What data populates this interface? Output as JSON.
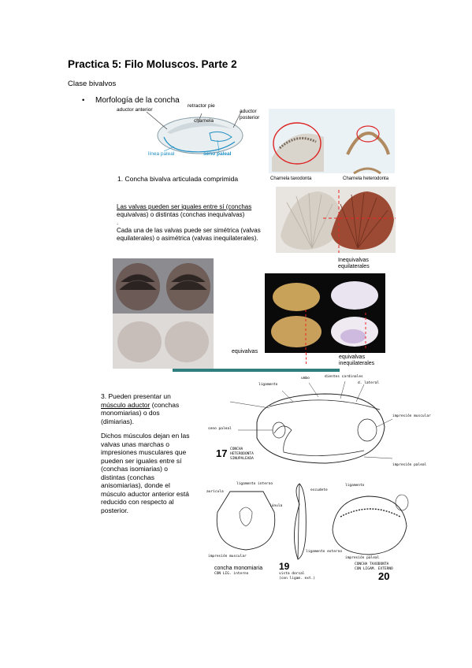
{
  "document": {
    "title": "Practica 5: Filo Moluscos. Parte 2",
    "subtitle": "Clase bivalvos",
    "bullet_marker": "•",
    "bullet_text": "Morfología de la concha"
  },
  "hinge_figure": {
    "labels": {
      "aductor_anterior": "aductor anterior",
      "retractor_pie": "retractor pie",
      "charnela": "charnela",
      "aductor_posterior": "aductor posterior",
      "linea_paleal": "línea paleal",
      "seno_paleal": "seno paleal"
    },
    "caption_taxodonta": "Charnela taxodonta",
    "caption_heterodonta": "Charnela heterodonta"
  },
  "list_item_1": "1.   Concha bivalva articulada comprimida",
  "valvas": {
    "line1": "Las valvas pueden ser iguales entre sí (conchas",
    "line2": "equivalvas) o distintas (conchas inequivalvas)",
    "line3": ".",
    "line4": "Cada una de las valvas puede ser simétrica (valvas",
    "line5": "equilaterales) o asimétrica (valvas inequilaterales)."
  },
  "shell_labels": {
    "inequivalvas_1": "Inequivalvas",
    "inequivalvas_2": "equilaterales",
    "equivalvas": "equivalvas",
    "equivalvas_ineq_1": "equivalvas",
    "equivalvas_ineq_2": "inequilaterales"
  },
  "muscle_text": {
    "l1": "3. Pueden presentar un",
    "l2a": "músculo aductor",
    "l2b": " (conchas",
    "l3": "monomiarias) o dos",
    "l4": "(dimiarias).",
    "l5": "Dichos músculos dejan en las",
    "l6": "valvas unas marchas o",
    "l7": "impresiones musculares que",
    "l8": "pueden ser iguales entre sí",
    "l9": "(conchas isomiarias) o",
    "l10": "distintas (conchas",
    "l11": "anisomiarias), donde el",
    "l12": "músculo aductor anterior está",
    "l13": "reducido con respecto al",
    "l14": "posterior."
  },
  "diagram_labels": {
    "fig17": "17",
    "fig17_caption_1": "CONCHA",
    "fig17_caption_2": "HETERODONTA",
    "fig17_caption_3": "SINUPALEADA",
    "fig19": "19",
    "fig20": "20",
    "ligamento": "ligamento",
    "umbo": "umbo",
    "dientes_cardinales": "dientes cardinales",
    "d_lateral": "d. lateral",
    "seno_paleal": "seno paleal",
    "impresion_paleal": "impresión paleal",
    "ligamento_interno": "ligamento interno",
    "aurícula": "aurícula",
    "lúnula": "lúnula",
    "concha_monomiaria": "concha monomiaria",
    "concha_monomiaria_2": "CON LIG. interno",
    "vista_dorsal": "vista dorsal",
    "vista_dorsal_2": "(con ligam. ext.)",
    "concha_taxodonta": "CONCHA TAXODONTA",
    "concha_taxodonta_2": "CON LIGAM. EXTERNO",
    "impresion_muscular": "impresión muscular",
    "ligamento_externo": "ligamento externo",
    "escudete": "escudete"
  }
}
